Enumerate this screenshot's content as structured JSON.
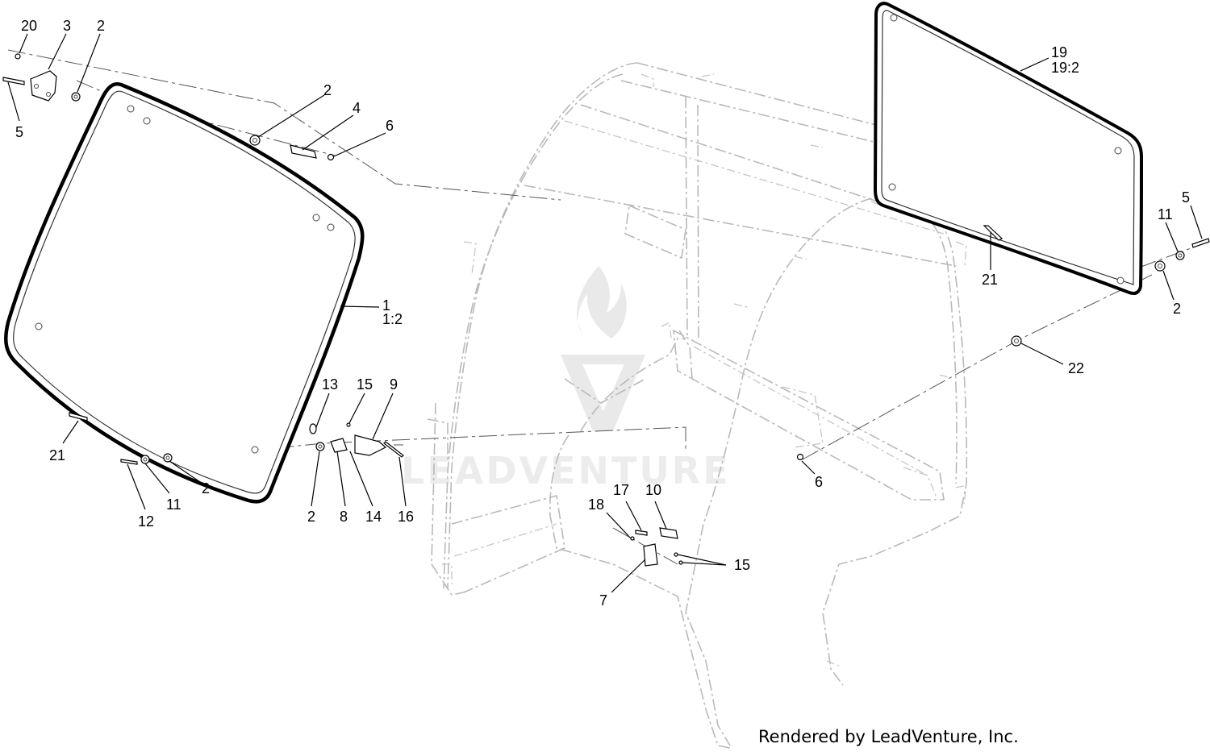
{
  "diagram": {
    "watermark_text": "LEADVENTURE",
    "credit": "Rendered by LeadVenture, Inc.",
    "callouts": [
      {
        "id": "c20",
        "text": "20"
      },
      {
        "id": "c3",
        "text": "3"
      },
      {
        "id": "c2a",
        "text": "2"
      },
      {
        "id": "c5a",
        "text": "5"
      },
      {
        "id": "c2b",
        "text": "2"
      },
      {
        "id": "c4",
        "text": "4"
      },
      {
        "id": "c6a",
        "text": "6"
      },
      {
        "id": "c1",
        "text": "1"
      },
      {
        "id": "c1_2",
        "text": "1:2"
      },
      {
        "id": "c21a",
        "text": "21"
      },
      {
        "id": "c13",
        "text": "13"
      },
      {
        "id": "c15a",
        "text": "15"
      },
      {
        "id": "c9",
        "text": "9"
      },
      {
        "id": "c2c",
        "text": "2"
      },
      {
        "id": "c11a",
        "text": "11"
      },
      {
        "id": "c12",
        "text": "12"
      },
      {
        "id": "c2d",
        "text": "2"
      },
      {
        "id": "c8",
        "text": "8"
      },
      {
        "id": "c14",
        "text": "14"
      },
      {
        "id": "c16",
        "text": "16"
      },
      {
        "id": "c17",
        "text": "17"
      },
      {
        "id": "c10",
        "text": "10"
      },
      {
        "id": "c18",
        "text": "18"
      },
      {
        "id": "c15b",
        "text": "15"
      },
      {
        "id": "c7",
        "text": "7"
      },
      {
        "id": "c6b",
        "text": "6"
      },
      {
        "id": "c19",
        "text": "19"
      },
      {
        "id": "c19_2",
        "text": "19:2"
      },
      {
        "id": "c21b",
        "text": "21"
      },
      {
        "id": "c5b",
        "text": "5"
      },
      {
        "id": "c11b",
        "text": "11"
      },
      {
        "id": "c2e",
        "text": "2"
      },
      {
        "id": "c22",
        "text": "22"
      }
    ]
  }
}
